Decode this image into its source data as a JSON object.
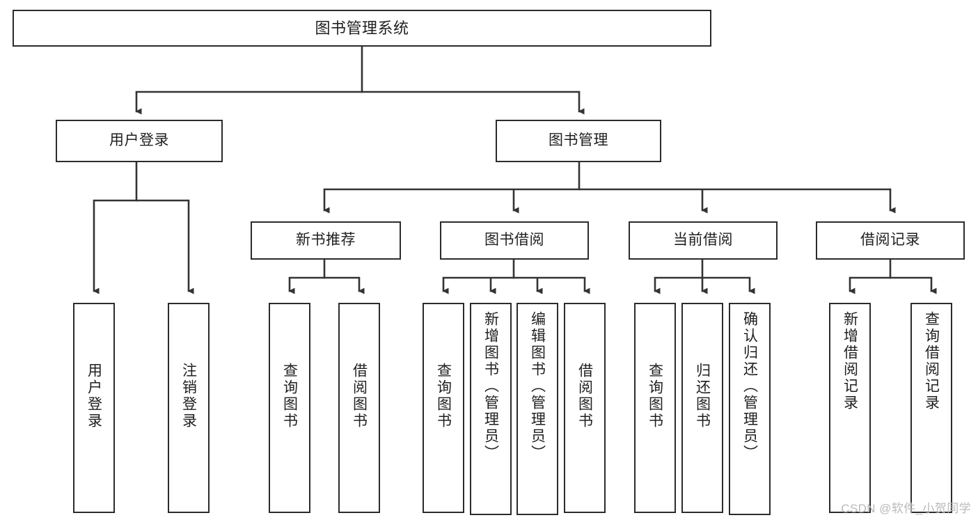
{
  "diagram": {
    "title": "图书管理系统",
    "type": "hierarchy-tree",
    "root": {
      "label": "图书管理系统"
    },
    "level2": [
      {
        "label": "用户登录"
      },
      {
        "label": "图书管理"
      }
    ],
    "level3": [
      {
        "label": "新书推荐"
      },
      {
        "label": "图书借阅"
      },
      {
        "label": "当前借阅"
      },
      {
        "label": "借阅记录"
      }
    ],
    "leaves": {
      "user_login": [
        {
          "label": "用户登录"
        },
        {
          "label": "注销登录"
        }
      ],
      "new_book_recommend": [
        {
          "label": "查询图书"
        },
        {
          "label": "借阅图书"
        }
      ],
      "book_borrow": [
        {
          "label": "查询图书"
        },
        {
          "label": "新增图书（管理员）"
        },
        {
          "label": "编辑图书（管理员）"
        },
        {
          "label": "借阅图书"
        }
      ],
      "current_borrow": [
        {
          "label": "查询图书"
        },
        {
          "label": "归还图书"
        },
        {
          "label": "确认归还（管理员）"
        }
      ],
      "borrow_records": [
        {
          "label": "新增借阅记录"
        },
        {
          "label": "查询借阅记录"
        }
      ]
    }
  },
  "watermark": {
    "text": "CSDN @软件_小贺同学"
  },
  "colors": {
    "box_border": "#2b2b2b",
    "connector": "#333333",
    "text": "#1f1f1f",
    "background": "#ffffff",
    "watermark": "#b9b9b9"
  }
}
